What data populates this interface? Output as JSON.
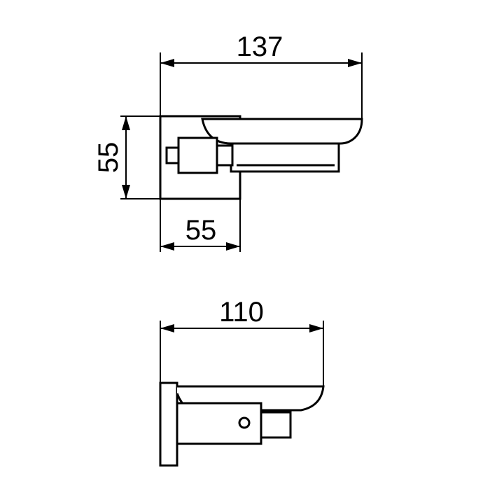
{
  "drawing": {
    "line_color": "#000000",
    "background": "#ffffff"
  },
  "top_view": {
    "width_dimension": "137",
    "height_dimension": "55",
    "depth_dimension": "55"
  },
  "side_view": {
    "width_dimension": "110"
  }
}
